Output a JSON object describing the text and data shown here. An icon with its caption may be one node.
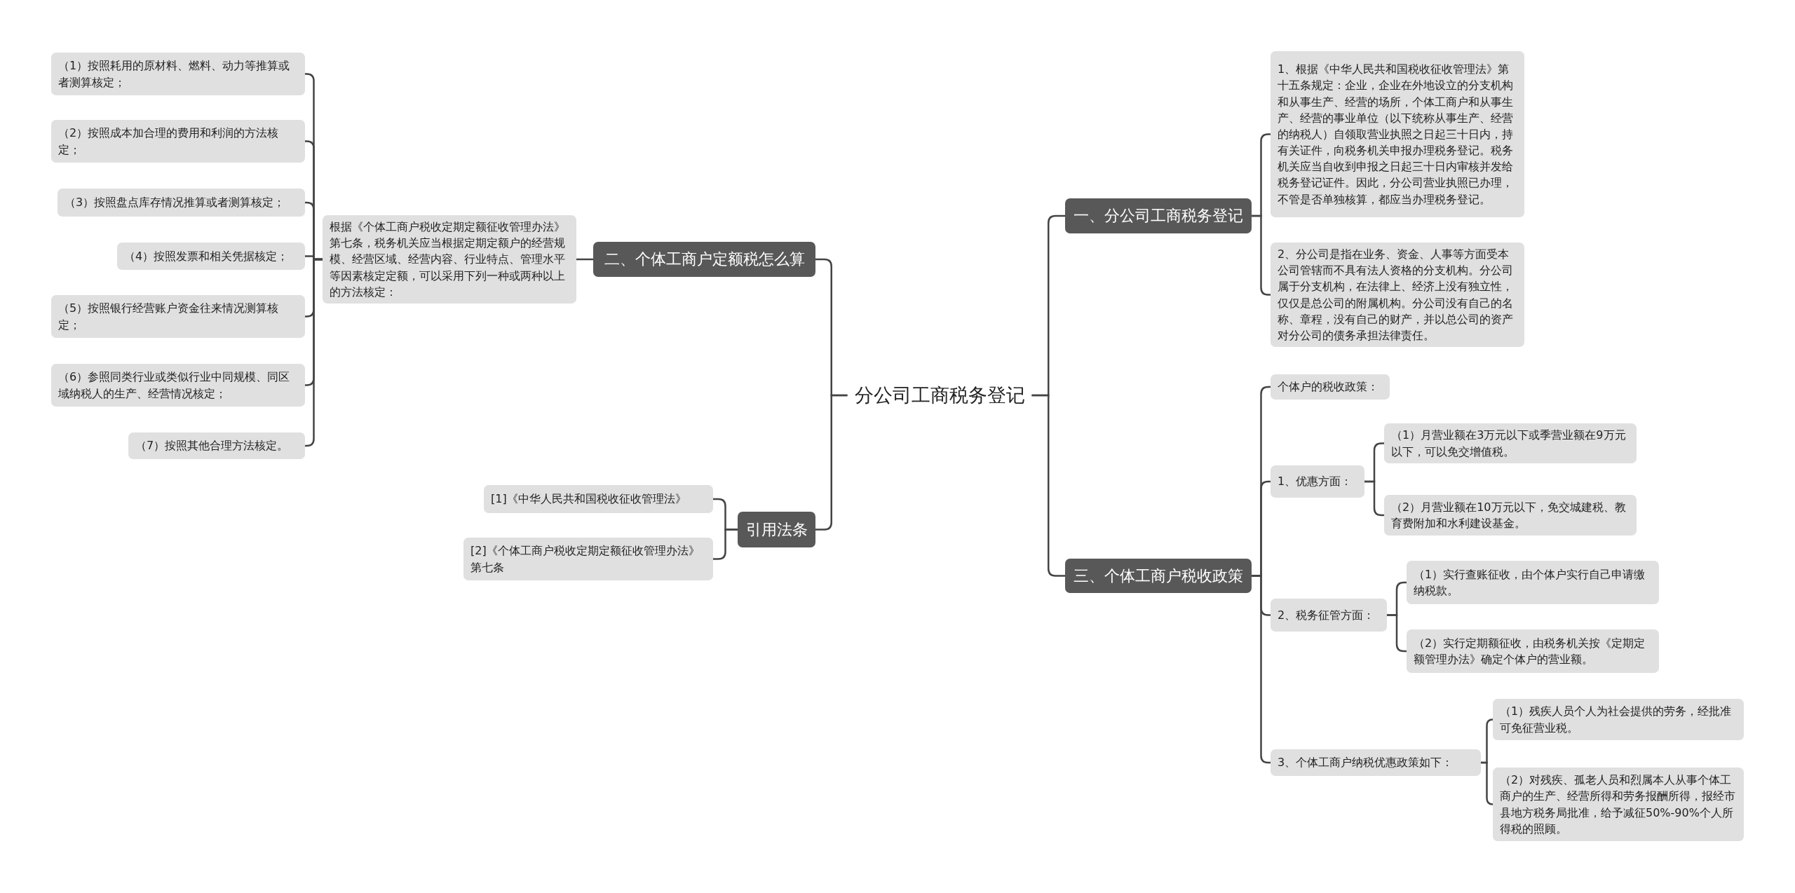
{
  "diagram": {
    "nodes": [
      {
        "text": [
          "分公司工商税务登记"
        ]
      },
      {
        "text": [
          "二、个体工商户定额税怎么算"
        ]
      },
      {
        "text": [
          "根据《个体工商户税收定期定额征收管理办法》第七条，税务机关应当根据定期定额户的经营规模、经营区域、经营内容、行业特点、管理水平等因素核定定额，可以采用下列一种或两种以上的方法核定："
        ]
      },
      {
        "text": [
          "（1）按照耗用的原材料、燃料、动力等推算或者测算核定；"
        ]
      },
      {
        "text": [
          "（2）按照成本加合理的费用和利润的方法核定；"
        ]
      },
      {
        "text": [
          "（3）按照盘点库存情况推算或者测算核定；"
        ]
      },
      {
        "text": [
          "（4）按照发票和相关凭据核定；"
        ]
      },
      {
        "text": [
          "（5）按照银行经营账户资金往来情况测算核定；"
        ]
      },
      {
        "text": [
          "（6）参照同类行业或类似行业中同规模、同区域纳税人的生产、经营情况核定；"
        ]
      },
      {
        "text": [
          "（7）按照其他合理方法核定。"
        ]
      },
      {
        "text": [
          "引用法条"
        ]
      },
      {
        "text": [
          "[1]《中华人民共和国税收征收管理法》"
        ]
      },
      {
        "text": [
          "[2]《个体工商户税收定期定额征收管理办法》第七条"
        ]
      },
      {
        "text": [
          "一、分公司工商税务登记"
        ]
      },
      {
        "text": [
          "1、根据《中华人民共和国税收征收管理法》第十五条规定：企业，企业在外地设立的分支机构和从事生产、经营的场所，个体工商户和从事生产、经营的事业单位（以下统称从事生产、经营的纳税人）自领取营业执照之日起三十日内，持有关证件，向税务机关申报办理税务登记。税务机关应当自收到申报之日起三十日内审核并发给税务登记证件。因此，分公司营业执照已办理，不管是否单独核算，都应当办理税务登记。"
        ]
      },
      {
        "text": [
          "2、分公司是指在业务、资金、人事等方面受本公司管辖而不具有法人资格的分支机构。分公司属于分支机构，在法律上、经济上没有独立性，仅仅是总公司的附属机构。分公司没有自己的名称、章程，没有自己的财产，并以总公司的资产对分公司的债务承担法律责任。"
        ]
      },
      {
        "text": [
          "三、个体工商户税收政策"
        ]
      },
      {
        "text": [
          "个体户的税收政策："
        ]
      },
      {
        "text": [
          "1、优惠方面："
        ]
      },
      {
        "text": [
          "（1）月营业额在3万元以下或季营业额在9万元以下，可以免交增值税。"
        ]
      },
      {
        "text": [
          "（2）月营业额在10万元以下，免交城建税、教育费附加和水利建设基金。"
        ]
      },
      {
        "text": [
          "2、税务征管方面："
        ]
      },
      {
        "text": [
          "（1）实行查账征收，由个体户实行自己申请缴纳税款。"
        ]
      },
      {
        "text": [
          "（2）实行定期额征收，由税务机关按《定期定额管理办法》确定个体户的营业额。"
        ]
      },
      {
        "text": [
          "3、个体工商户纳税优惠政策如下："
        ]
      },
      {
        "text": [
          "（1）残疾人员个人为社会提供的劳务，经批准可免征营业税。"
        ]
      },
      {
        "text": [
          "（2）对残疾、孤老人员和烈属本人从事个体工商户的生产、经营所得和劳务报酬所得，报经市县地方税务局批准，给予减征50%-90%个人所得税的照顾。"
        ]
      }
    ],
    "edges": [
      {
        "from": 0,
        "to": 1,
        "arrow": "none"
      },
      {
        "from": 1,
        "to": 2,
        "arrow": "none"
      },
      {
        "from": 2,
        "to": 3,
        "arrow": "none"
      },
      {
        "from": 2,
        "to": 4,
        "arrow": "none"
      },
      {
        "from": 2,
        "to": 5,
        "arrow": "none"
      },
      {
        "from": 2,
        "to": 6,
        "arrow": "none"
      },
      {
        "from": 2,
        "to": 7,
        "arrow": "none"
      },
      {
        "from": 2,
        "to": 8,
        "arrow": "none"
      },
      {
        "from": 2,
        "to": 9,
        "arrow": "none"
      },
      {
        "from": 0,
        "to": 10,
        "arrow": "none"
      },
      {
        "from": 10,
        "to": 11,
        "arrow": "none"
      },
      {
        "from": 10,
        "to": 12,
        "arrow": "none"
      },
      {
        "from": 0,
        "to": 13,
        "arrow": "none"
      },
      {
        "from": 13,
        "to": 14,
        "arrow": "none"
      },
      {
        "from": 13,
        "to": 15,
        "arrow": "none"
      },
      {
        "from": 0,
        "to": 16,
        "arrow": "none"
      },
      {
        "from": 16,
        "to": 17,
        "arrow": "none"
      },
      {
        "from": 16,
        "to": 18,
        "arrow": "none"
      },
      {
        "from": 18,
        "to": 19,
        "arrow": "none"
      },
      {
        "from": 18,
        "to": 20,
        "arrow": "none"
      },
      {
        "from": 16,
        "to": 21,
        "arrow": "none"
      },
      {
        "from": 21,
        "to": 22,
        "arrow": "none"
      },
      {
        "from": 21,
        "to": 23,
        "arrow": "none"
      },
      {
        "from": 16,
        "to": 24,
        "arrow": "none"
      },
      {
        "from": 24,
        "to": 25,
        "arrow": "none"
      },
      {
        "from": 24,
        "to": 26,
        "arrow": "none"
      }
    ]
  }
}
